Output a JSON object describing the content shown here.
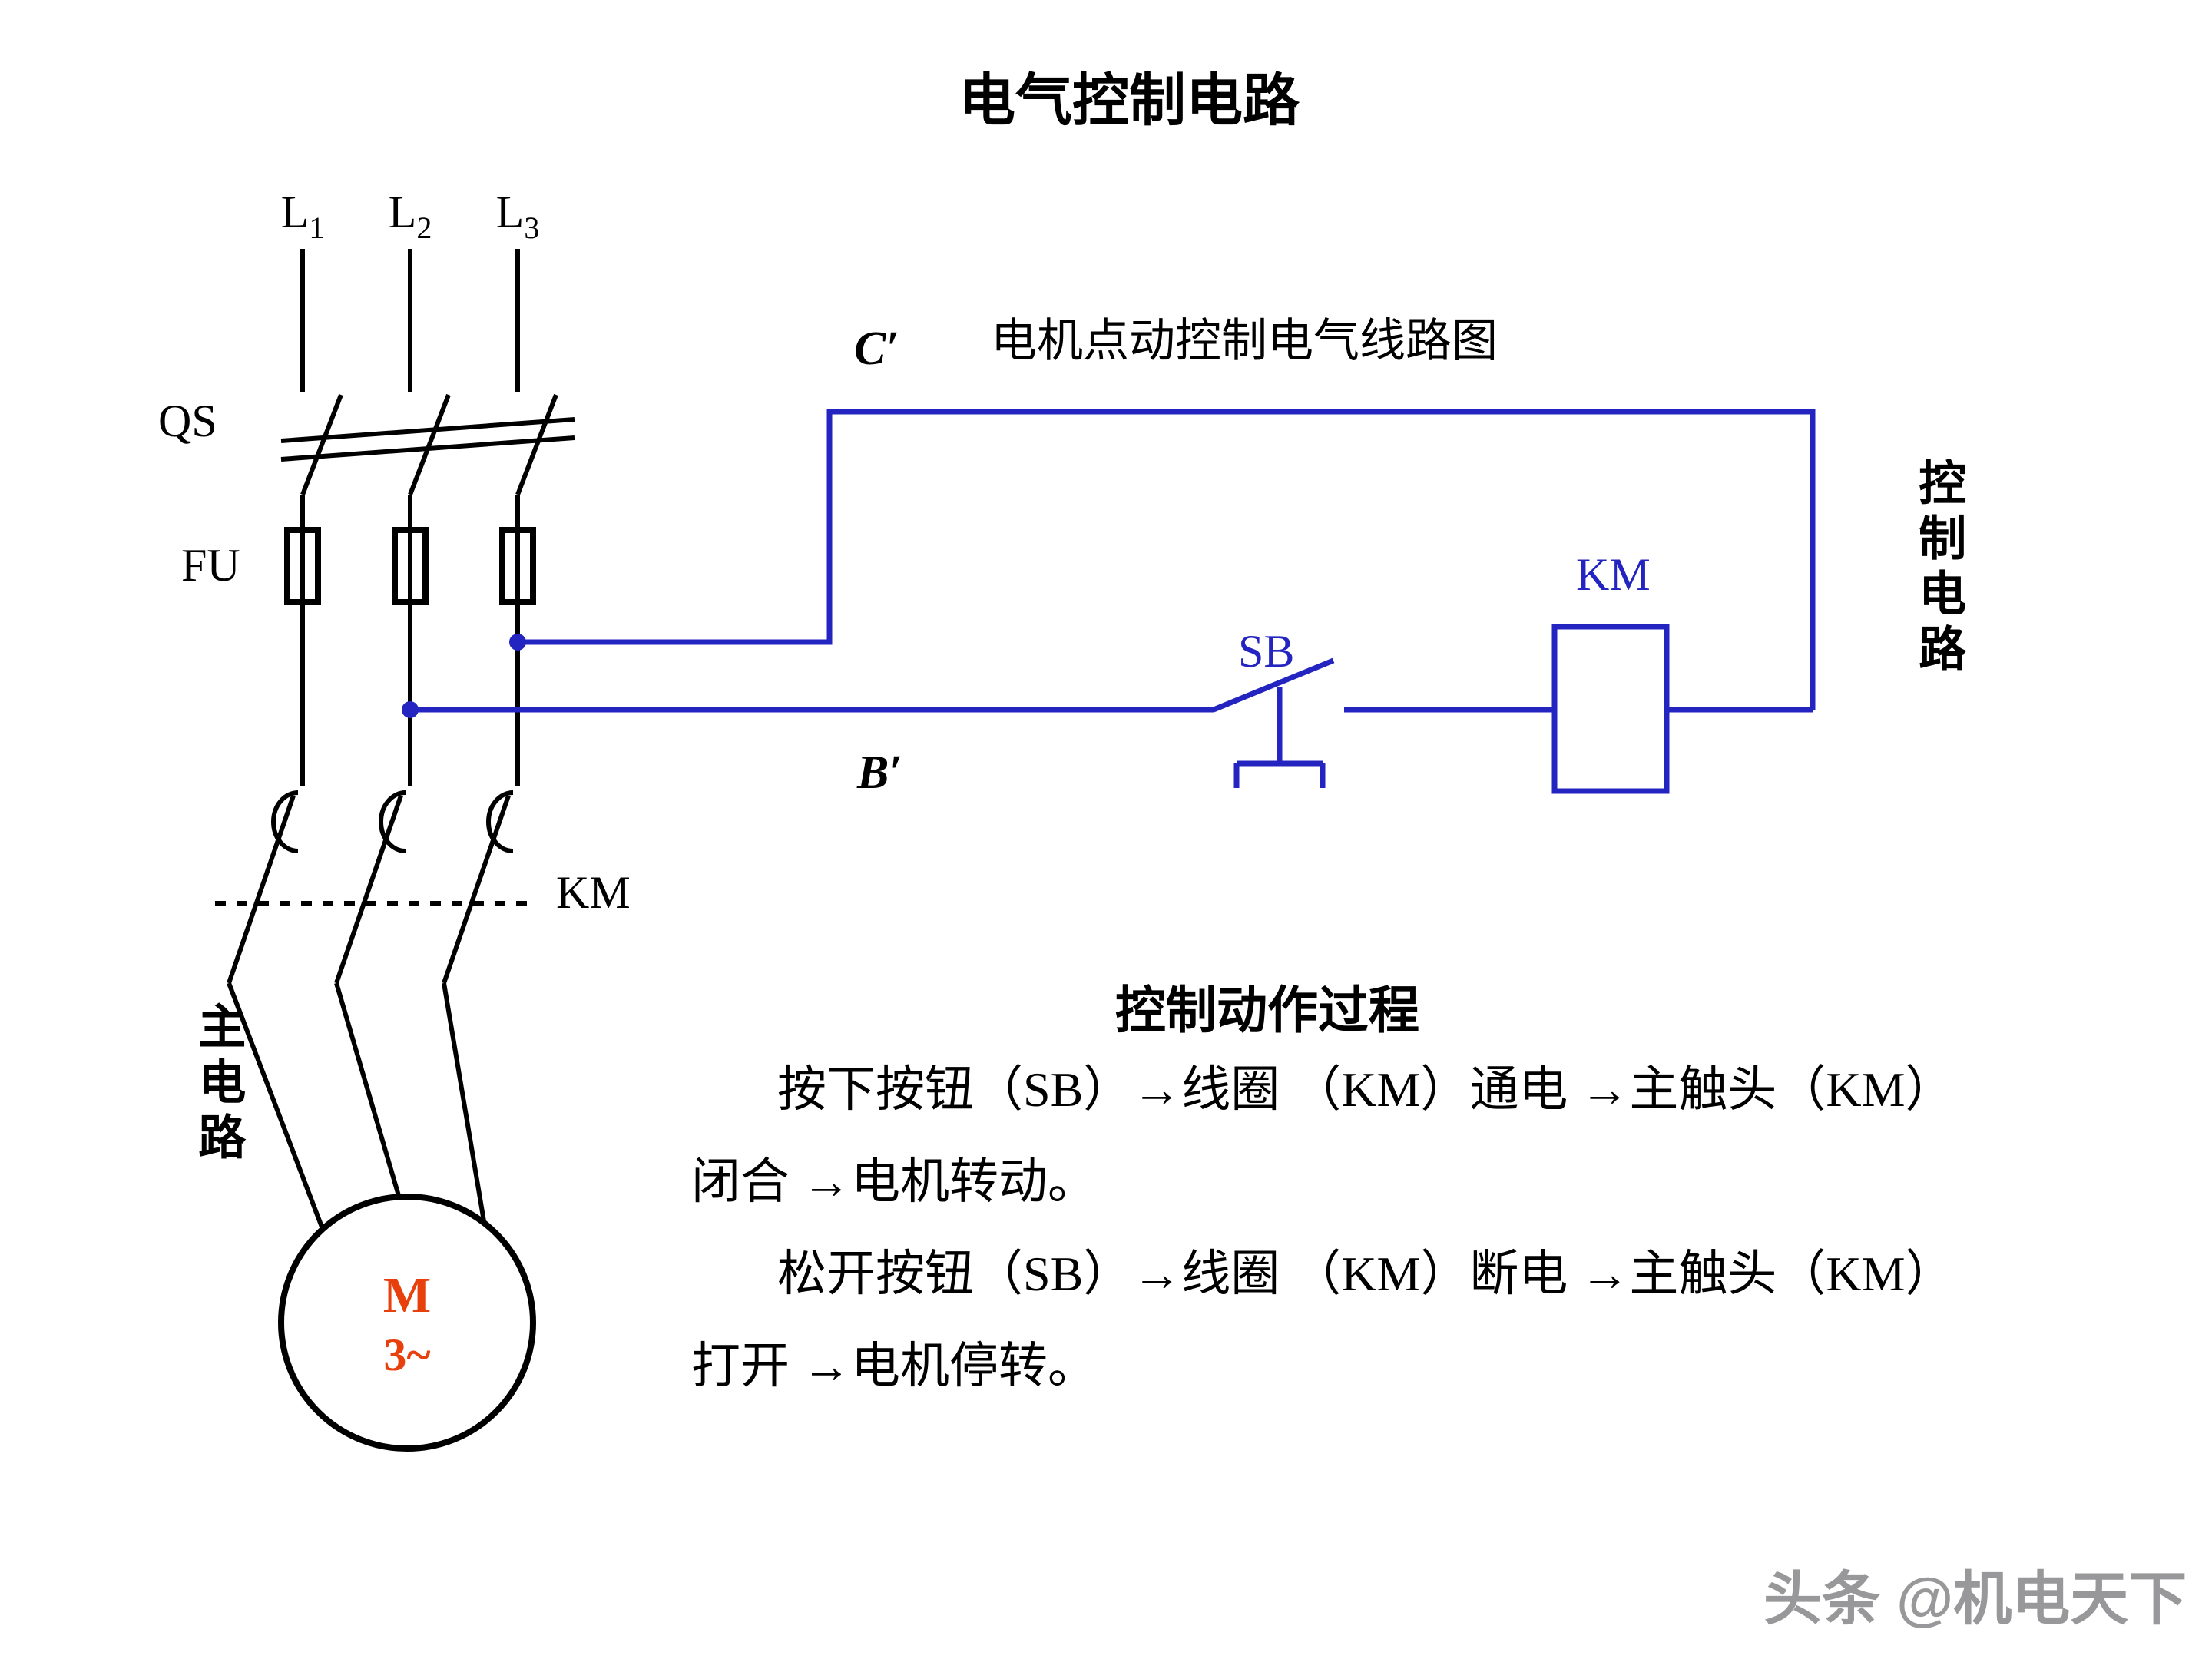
{
  "title": "电气控制电路",
  "diagram": {
    "subtitle": "电机点动控制电气线路图",
    "phases": [
      {
        "letter": "L",
        "sub": "1"
      },
      {
        "letter": "L",
        "sub": "2"
      },
      {
        "letter": "L",
        "sub": "3"
      }
    ],
    "labels": {
      "qs": "QS",
      "fu": "FU",
      "km_main": "KM",
      "km_coil": "KM",
      "sb": "SB",
      "c_node": "C′",
      "b_node": "B′",
      "control_circuit_vertical": "控制电路",
      "main_circuit_vertical": "主电路",
      "motor_letter": "M",
      "motor_phase": "3~"
    }
  },
  "process": {
    "heading": "控制动作过程",
    "lines": [
      "按下按钮（SB）→线圈 （KM）通电 →主触头（KM）",
      "闭合 →电机转动。",
      "松开按钮（SB）→线圈 （KM）断电 →主触头（KM）",
      "打开 →电机停转。"
    ]
  },
  "watermark": "头条 @机电天下",
  "colors": {
    "wire_blue": "#2424c0",
    "motor_text": "#e8400d",
    "watermark_gray": "#98989a"
  }
}
